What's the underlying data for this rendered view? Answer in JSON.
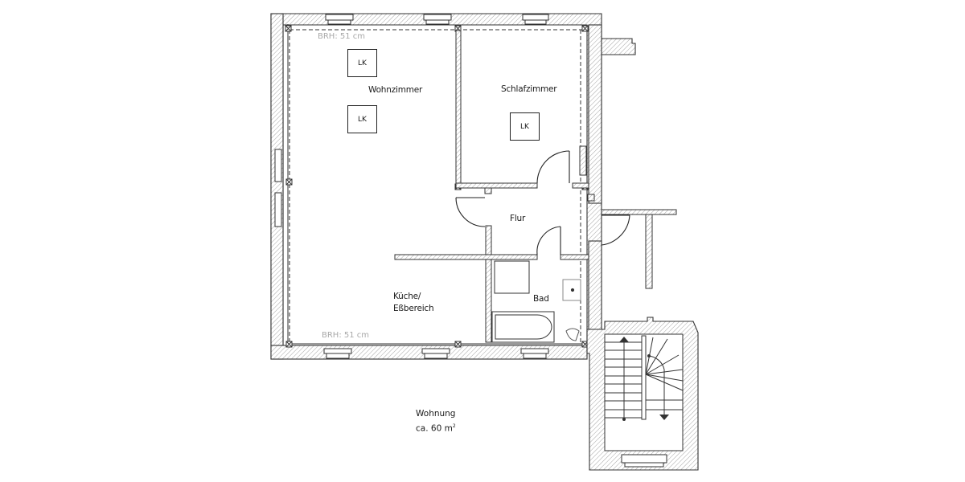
{
  "plan": {
    "rooms": [
      {
        "name": "Wohnzimmer"
      },
      {
        "name": "Schlafzimmer"
      },
      {
        "name": "Flur"
      },
      {
        "name": "Bad"
      },
      {
        "name": "Küche/"
      },
      {
        "name": "Eßbereich"
      }
    ],
    "annotations": {
      "brh_top": "BRH: 51  cm",
      "brh_bottom": "BRH: 51  cm"
    },
    "fixtures": [
      {
        "label": "LK"
      },
      {
        "label": "LK"
      },
      {
        "label": "LK"
      }
    ],
    "summary": {
      "title": "Wohnung",
      "area_prefix": "ca.  60  m",
      "area_unit_sup": "2"
    },
    "colors": {
      "wall_line": "#333333",
      "hatch": "#9a9a9a",
      "text": "#1a1a1a",
      "brh_text": "#a8a8a8"
    }
  }
}
